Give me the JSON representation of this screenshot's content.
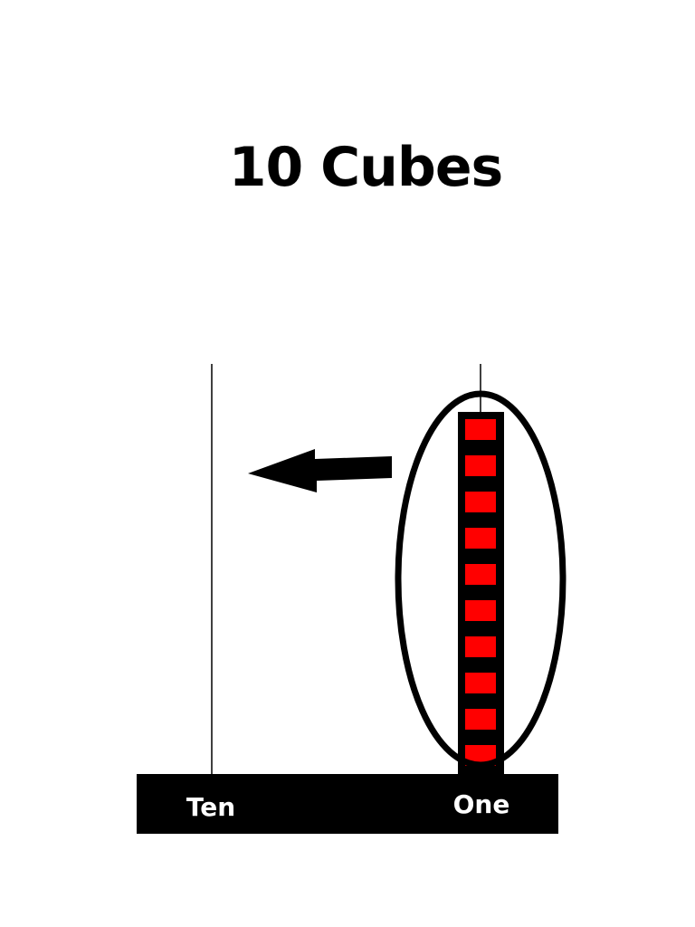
{
  "title": "10 Cubes",
  "places": {
    "ten": {
      "label": "Ten",
      "count": 0
    },
    "one": {
      "label": "One",
      "count": 10
    }
  },
  "colors": {
    "cube": "#ff0000",
    "rod": "#000000",
    "base": "#000000",
    "label": "#ffffff",
    "background": "#ffffff"
  },
  "icons": {
    "arrow": "arrow-left-icon",
    "group": "group-ellipse"
  }
}
